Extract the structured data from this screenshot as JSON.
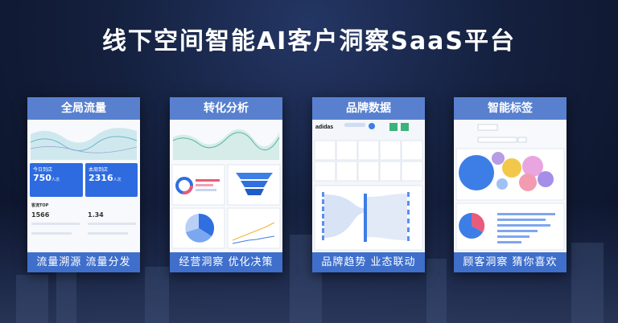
{
  "page_title": "线下空间智能AI客户洞察SaaS平台",
  "cards": [
    {
      "title": "全局流量",
      "footer": "流量溯源 流量分发",
      "stats": [
        {
          "label": "今日到店",
          "value": "750",
          "unit": "人次"
        },
        {
          "label": "本周到店",
          "value": "2316",
          "unit": "人次"
        }
      ],
      "section_label": "客流TOP",
      "items": [
        {
          "value": "1566"
        },
        {
          "value": "1.34"
        }
      ]
    },
    {
      "title": "转化分析",
      "footer": "经营洞察 优化决策"
    },
    {
      "title": "品牌数据",
      "footer": "品牌趋势 业态联动",
      "brand_logo": "adidas"
    },
    {
      "title": "智能标签",
      "footer": "顾客洞察 猜你喜欢"
    }
  ],
  "colors": {
    "accent": "#3f6fcb",
    "stat_blue": "#2e6be0",
    "background": "#14203e"
  }
}
